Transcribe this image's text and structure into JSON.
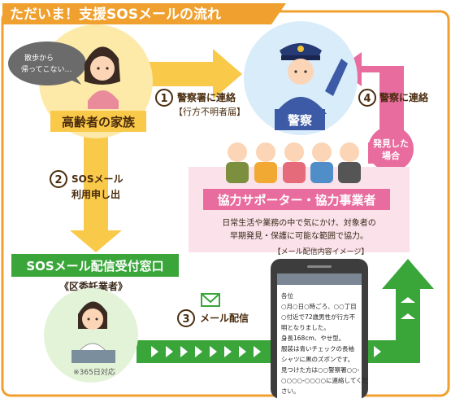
{
  "title": "ただいま！支援SOSメールの流れ",
  "family": {
    "speech": [
      "散歩から",
      "帰ってこない…"
    ],
    "label": "高齢者の家族"
  },
  "police": {
    "label": "警察"
  },
  "steps": {
    "s1": {
      "num": "①",
      "line1": "警察署に連絡",
      "line2": "【行方不明者届】"
    },
    "s2": {
      "num": "②",
      "line1": "SOSメール",
      "line2": "利用申し出"
    },
    "s3": {
      "num": "③",
      "line1": "メール配信"
    },
    "s4": {
      "num": "④",
      "line1": "警察に連絡"
    }
  },
  "found": [
    "発見した",
    "場合"
  ],
  "supporters": {
    "label": "協力サポーター・協力事業者",
    "desc": [
      "日常生活や業務の中で気にかけ、対象者の",
      "早期発見・保護に可能な範囲で協力。"
    ]
  },
  "sos_office": {
    "label": "SOSメール配信受付窓口",
    "sub": "《区委託業者》",
    "note": "※365日対応"
  },
  "phone": {
    "caption": "【メール配信内容イメージ】",
    "lines": [
      "各位",
      "○月○日○時ごろ、○○丁目",
      "○付近で72歳男性が行方不",
      "明となりました。",
      "身長168cm、やせ型。",
      "服装は青いチェックの長袖",
      "シャツに黒のズボンです。",
      "見つけた方は○○警察署○○-",
      "○○○○-○○○○に連絡してくだ",
      "さい。"
    ]
  },
  "colors": {
    "frame": "#f0a02e",
    "yellow": "#f9c94a",
    "green": "#3aa63a",
    "pink": "#e96c9f",
    "police_blue": "#3c5aa6"
  }
}
